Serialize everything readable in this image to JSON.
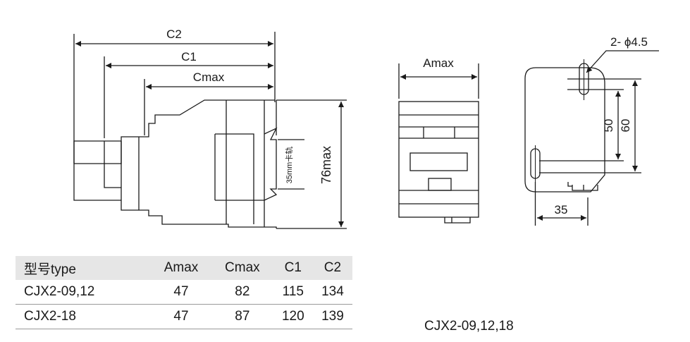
{
  "side_view": {
    "dim_c2": "C2",
    "dim_c1": "C1",
    "dim_cmax": "Cmax",
    "dim_height": "76max",
    "rail_label": "35mm卡轨"
  },
  "front_view": {
    "dim_width": "Amax"
  },
  "back_view": {
    "dim_holes": "2- ϕ4.5",
    "dim_50": "50",
    "dim_60": "60",
    "dim_35": "35"
  },
  "table": {
    "headers": [
      "型号type",
      "Amax",
      "Cmax",
      "C1",
      "C2"
    ],
    "rows": [
      [
        "CJX2-09,12",
        "47",
        "82",
        "115",
        "134"
      ],
      [
        "CJX2-18",
        "47",
        "87",
        "120",
        "139"
      ]
    ]
  },
  "caption": "CJX2-09,12,18"
}
